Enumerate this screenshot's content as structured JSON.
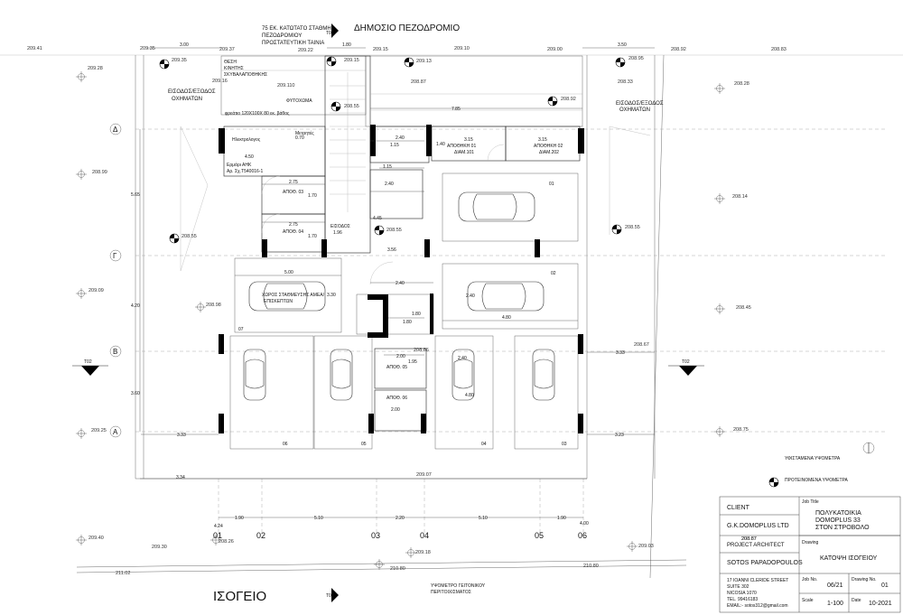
{
  "header": {
    "street": "ΔΗΜΟΣΙΟ ΠΕΖΟΔΡΟΜΙΟ",
    "note_line1": "75 ΕΚ. ΚΑΤΩΤΑΤΟ ΣΤΑΘΜΗ",
    "note_line2": "ΠΕΖΟΔΡΟΜΙΟΥ",
    "note_line3": "ΠΡΟΣΤΑΤΕΥΤΙΚΗ ΤΑΙΝΙΑ"
  },
  "section_marks": {
    "top": "T01",
    "bottom": "T01",
    "left": "T02",
    "right": "T02"
  },
  "plan_title": "ΙΣΟΓΕΙΟ",
  "grid": {
    "rows": [
      "Δ",
      "Γ",
      "Β",
      "Α"
    ],
    "cols": [
      "01",
      "02",
      "03",
      "04",
      "05",
      "06"
    ],
    "row_dims": [
      "5.65",
      "4.20",
      "3.60"
    ],
    "col_dims": [
      "1.90",
      "5.10",
      "2.20",
      "5.10",
      "1.90"
    ],
    "col_dim_edges": [
      "4.24",
      "4.00"
    ]
  },
  "dimensions": {
    "top_left": "3.00",
    "top_mid": "1.80",
    "top_right": "3.50",
    "mid_785": "7.85",
    "d315a": "3.15",
    "d315b": "3.15",
    "d240a": "2.40",
    "d115a": "1.15",
    "d140": "1.40",
    "d115b": "1.15",
    "d240b": "2.40",
    "d450": "4.50",
    "d070": "0.70",
    "d275a": "2.75",
    "d170a": "1.70",
    "d275b": "2.75",
    "d170b": "1.70",
    "d196": "1.96",
    "d445": "4.45",
    "d356": "3.56",
    "d500": "5.00",
    "d330": "3.30",
    "d240c": "2.40",
    "d240d": "2.40",
    "d480a": "4.80",
    "d180a": "1.80",
    "d180b": "1.80",
    "d200a": "2.00",
    "d195": "1.95",
    "d240e": "2.40",
    "d480b": "4.80",
    "d200b": "2.00",
    "d333a": "3.33",
    "d333b": "3.33",
    "d323": "3.23",
    "d334": "3.34"
  },
  "levels": {
    "l1": "209.41",
    "l2": "209.35",
    "l3": "209.37",
    "l4": "209.22",
    "l5": "209.15",
    "l6": "209.10",
    "l7": "209.00",
    "l8": "208.92",
    "l9": "208.83",
    "l10": "209.28",
    "l11": "209.35",
    "l12": "209.15",
    "l13": "209.13",
    "l14": "208.95",
    "l15": "209.16",
    "l16": "209.110",
    "l17": "208.87",
    "l18": "208.33",
    "l19": "208.28",
    "l20": "208.55",
    "l21": "208.92",
    "l22": "208.99",
    "l23": "208.14",
    "l24": "208.55",
    "l25": "208.55",
    "l26": "208.55",
    "l27": "209.09",
    "l28": "208.98",
    "l29": "208.45",
    "l30": "208.86",
    "l31": "208.67",
    "l32": "209.25",
    "l33": "208.75",
    "l34": "209.07",
    "l35": "208.87",
    "l36": "209.40",
    "l37": "208.26",
    "l38": "209.30",
    "l39": "209.18",
    "l40": "209.03",
    "l41": "211.02",
    "l42": "210.80",
    "l43": "210.80"
  },
  "rooms": {
    "bin": [
      "ΘΕΣΗ",
      "ΚΙΝΗΤΗΣ",
      "ΣΚΥΒΑΛΑΠΟΘΗΚΗΣ"
    ],
    "entry_left": [
      "ΕΙΣΟΔΟΣ/ΕΞΟΔΟΣ",
      "ΟΧΗΜΑΤΩΝ"
    ],
    "entry_right": [
      "ΕΙΣΟΔΟΣ/ΕΞΟΔΟΣ",
      "ΟΧΗΜΑΤΩΝ"
    ],
    "planter": "ΦΥΤΟΧΩΜΑ",
    "well": "φρεάτιο 120Χ100Χ 80 εκ. βάθος",
    "electric": "Ηλεκτρολογος",
    "meters": "Μετρητές",
    "ahk_1": "Ερμάρι ΑΗΚ",
    "ahk_2": "Αρ. Σχ.Τ540016-1",
    "store1": [
      "ΑΠΟΘΗΚΗ 01",
      "ΔΙΑΜ.101"
    ],
    "store2": [
      "ΑΠΟΘΗΚΗ 02",
      "ΔΙΑΜ.202"
    ],
    "store3": "ΑΠΟΘ. 03",
    "store4": "ΑΠΟΘ. 04",
    "store5": "ΑΠΟΘ. 05",
    "store6": "ΑΠΟΘ. 06",
    "entrance": "ΕΙΣΟΔΟΣ",
    "disabled": [
      "ΧΩΡΟΣ ΣΤΑΘΜΕΥΣΗΣ ΑΜΕΑ/",
      "ΕΠΙΣΚΕΠΤΩΝ"
    ],
    "parking": [
      "01",
      "02",
      "03",
      "04",
      "05",
      "06",
      "07"
    ]
  },
  "legend": {
    "existing": "ΥΦΙΣΤΑΜΕΝΑ ΥΨΟΜΕΤΡΑ",
    "proposed": "ΠΡΟΤΕΙΝΟΜΕΝΑ ΥΨΟΜΕΤΡΑ",
    "ref_line1": "ΥΨΟΜΕΤΡΟ ΓΕΙΤΟΝΙΚΟΥ",
    "ref_line2": "ΠΕΡΙΤΟΙΧΙΣΜΑΤΟΣ"
  },
  "title_block": {
    "client_label": "CLIENT",
    "client": "G.K.DOMOPLUS LTD",
    "job_title_label": "Job Title",
    "job_title": [
      "ΠΟΛΥΚΑΤΟΙΚΙΑ",
      "DOMOPLUS 33",
      "ΣΤΟΝ ΣΤΡΟΒΟΛΟ"
    ],
    "tb_level": "208.87",
    "architect_label": "PROJECT ARCHITECT",
    "architect": "SOTOS PAPADOPOULOS",
    "drawing_label": "Drawing",
    "drawing": "ΚΑΤΟΨΗ ΙΣΟΓΕΙΟΥ",
    "address": [
      "17 IOANNI CLERIDE STREET",
      "SUITE 302",
      "NICOSIA 1070",
      "TEL. 99416183",
      "EMAIL:- sotos312@gmail.com"
    ],
    "job_no_label": "Job No.",
    "job_no": "06/21",
    "drawing_no_label": "Drawing No.",
    "drawing_no": "01",
    "scale_label": "Scale",
    "scale": "1-100",
    "date_label": "Date",
    "date": "10-2021"
  }
}
